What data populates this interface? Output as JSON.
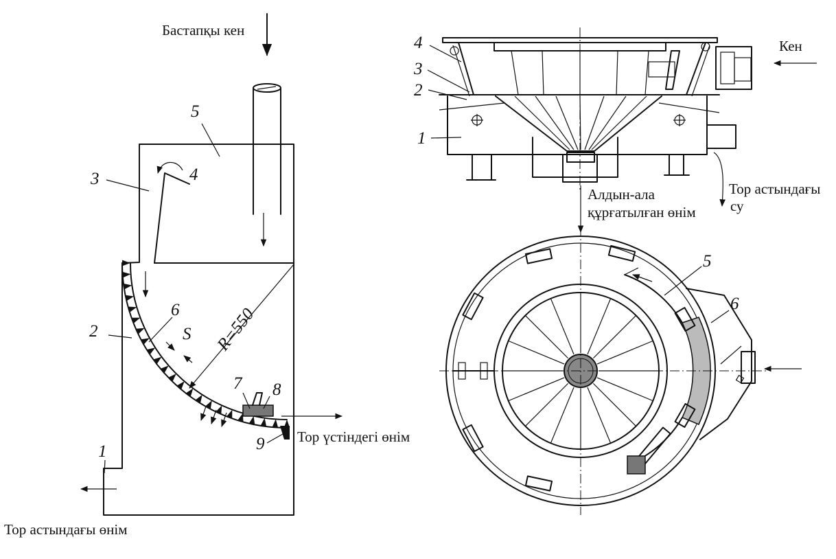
{
  "left_figure": {
    "feed_label": "Бастапқы кен",
    "oversize_label": "Тор үстіндегі өнім",
    "undersize_label": "Тор астындағы өнім",
    "radius_label": "R=550",
    "gap_label": "S",
    "part_numbers": [
      "1",
      "2",
      "3",
      "4",
      "5",
      "6",
      "7",
      "8",
      "9"
    ]
  },
  "right_figure": {
    "ore_label": "Кен",
    "water_label_1": "Тор астындағы",
    "water_label_2": "су",
    "product_label_1": "Алдын-ала",
    "product_label_2": "құрғатылған өнім",
    "part_numbers_side": [
      "4",
      "3",
      "2",
      "1"
    ],
    "part_numbers_plan": [
      "5",
      "6"
    ]
  }
}
